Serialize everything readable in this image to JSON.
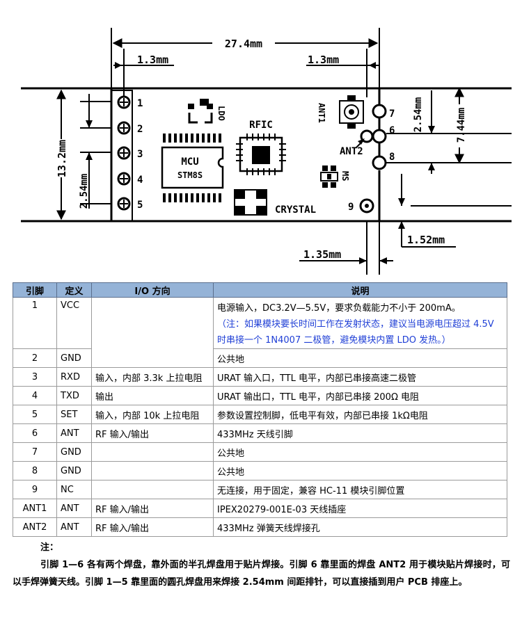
{
  "drawing": {
    "dimensions": {
      "width_total": "27.4mm",
      "left_offset": "1.3mm",
      "right_offset": "1.3mm",
      "height_total": "13.2mm",
      "pin_pitch_left": "2.54mm",
      "pin_pitch_right": "2.54mm",
      "right_height": "7.44mm",
      "pin9_offset_y": "1.52mm",
      "pin9_offset_x": "1.35mm"
    },
    "left_pins": [
      "1",
      "2",
      "3",
      "4",
      "5"
    ],
    "right_pins": [
      "7",
      "6",
      "8",
      "9"
    ],
    "labels": {
      "mcu": "MCU",
      "mcu_model": "STM8S",
      "rfic": "RFIC",
      "crystal": "CRYSTAL",
      "ldo": "LDO",
      "ms": "MS",
      "ant1": "ANT1",
      "ant2": "ANT2"
    }
  },
  "table": {
    "headers": [
      "引脚",
      "定义",
      "I/O 方向",
      "说明"
    ],
    "row1": {
      "pin": "1",
      "def": "VCC",
      "desc_line1": "电源输入，DC3.2V—5.5V，要求负载能力不小于 200mA。",
      "desc_note": "（注：如果模块要长时间工作在发射状态，建议当电源电压超过 4.5V 时串接一个 1N4007 二极管，避免模块内置 LDO 发热。）"
    },
    "row2": {
      "pin": "2",
      "def": "GND",
      "desc": "公共地"
    },
    "rows": [
      {
        "pin": "3",
        "def": "RXD",
        "io": "输入，内部 3.3k 上拉电阻",
        "desc": "URAT 输入口，TTL 电平，内部已串接高速二极管"
      },
      {
        "pin": "4",
        "def": "TXD",
        "io": "输出",
        "desc": "URAT 输出口，TTL 电平，内部已串接 200Ω 电阻"
      },
      {
        "pin": "5",
        "def": "SET",
        "io": "输入，内部 10k 上拉电阻",
        "desc": "参数设置控制脚，低电平有效，内部已串接 1kΩ电阻"
      },
      {
        "pin": "6",
        "def": "ANT",
        "io": "RF 输入/输出",
        "desc": "433MHz 天线引脚"
      },
      {
        "pin": "7",
        "def": "GND",
        "io": "",
        "desc": "公共地"
      },
      {
        "pin": "8",
        "def": "GND",
        "io": "",
        "desc": "公共地"
      },
      {
        "pin": "9",
        "def": "NC",
        "io": "",
        "desc": "无连接，用于固定，兼容 HC-11 模块引脚位置"
      },
      {
        "pin": "ANT1",
        "def": "ANT",
        "io": "RF 输入/输出",
        "desc": "IPEX20279-001E-03 天线插座"
      },
      {
        "pin": "ANT2",
        "def": "ANT",
        "io": "RF 输入/输出",
        "desc": "433MHz 弹簧天线焊接孔"
      }
    ]
  },
  "notes": {
    "title": "注：",
    "body": "引脚 1—6 各有两个焊盘，靠外面的半孔焊盘用于贴片焊接。引脚 6 靠里面的焊盘 ANT2 用于模块贴片焊接时，可以手焊弹簧天线。引脚 1—5 靠里面的圆孔焊盘用来焊接 2.54mm 间距排针，可以直接插到用户 PCB 排座上。"
  }
}
